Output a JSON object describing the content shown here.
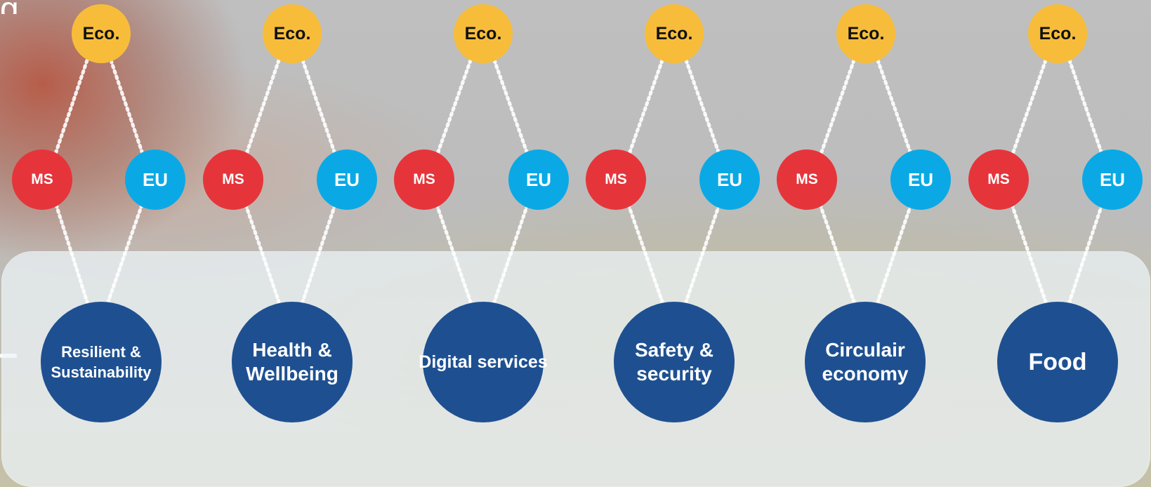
{
  "diagram": {
    "columns": [
      {
        "eco_label": "Eco.",
        "ms_label": "MS",
        "eu_label": "EU",
        "theme_label": "Resilient & Sustainability",
        "colors": {
          "eco": "#f7bd3a",
          "ms": "#e5353b",
          "eu": "#0aa9e6",
          "theme": "#1e5091"
        }
      },
      {
        "eco_label": "Eco.",
        "ms_label": "MS",
        "eu_label": "EU",
        "theme_label": "Health & Wellbeing",
        "colors": {
          "eco": "#f7bd3a",
          "ms": "#e5353b",
          "eu": "#0aa9e6",
          "theme": "#1e5091"
        }
      },
      {
        "eco_label": "Eco.",
        "ms_label": "MS",
        "eu_label": "EU",
        "theme_label": "Digital services",
        "colors": {
          "eco": "#f7bd3a",
          "ms": "#e5353b",
          "eu": "#0aa9e6",
          "theme": "#1e5091"
        }
      },
      {
        "eco_label": "Eco.",
        "ms_label": "MS",
        "eu_label": "EU",
        "theme_label": "Safety & security",
        "colors": {
          "eco": "#f7bd3a",
          "ms": "#e5353b",
          "eu": "#0aa9e6",
          "theme": "#1e5091"
        }
      },
      {
        "eco_label": "Eco.",
        "ms_label": "MS",
        "eu_label": "EU",
        "theme_label": "Circulair economy",
        "colors": {
          "eco": "#f7bd3a",
          "ms": "#e5353b",
          "eu": "#0aa9e6",
          "theme": "#1e5091"
        }
      },
      {
        "eco_label": "Eco.",
        "ms_label": "MS",
        "eu_label": "EU",
        "theme_label": "Food",
        "colors": {
          "eco": "#f7bd3a",
          "ms": "#e5353b",
          "eu": "#0aa9e6",
          "theme": "#1e5091"
        }
      }
    ],
    "connector_style": "dotted-white"
  }
}
